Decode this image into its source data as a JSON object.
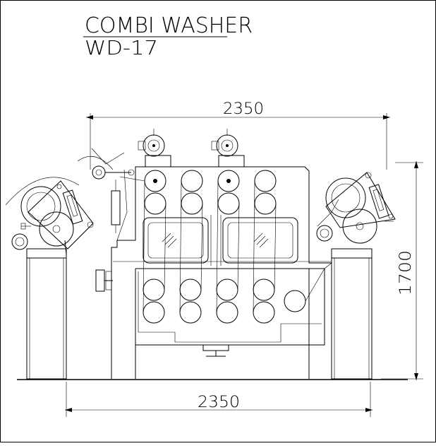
{
  "title": {
    "line1": "COMBI WASHER",
    "line2": "WD-17"
  },
  "dimensions": {
    "top_width": "2350",
    "bottom_width": "2350",
    "height": "1700"
  },
  "colors": {
    "line": "#000000",
    "background": "#ffffff"
  }
}
